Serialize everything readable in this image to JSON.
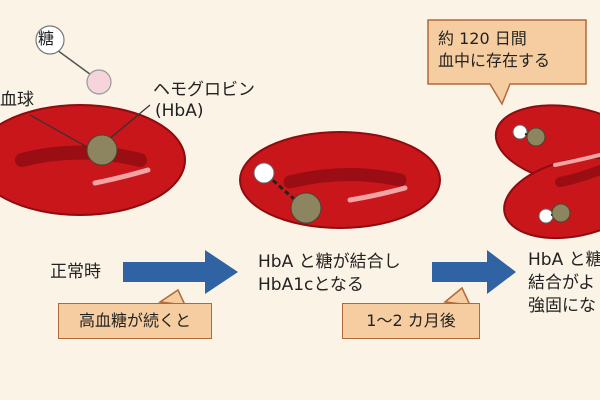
{
  "labels": {
    "sugar": "糖",
    "red_blood_cell": "血球",
    "hemoglobin_line1": "ヘモグロビン",
    "hemoglobin_line2": "(HbA)",
    "normal": "正常時",
    "stage2_line1": "HbA と糖が結合し",
    "stage2_line2": "HbA1cとなる",
    "stage3_line1": "HbA と糖",
    "stage3_line2": "結合がよ",
    "stage3_line3": "強固にな"
  },
  "callouts": {
    "high_glucose": "高血糖が続くと",
    "months_later": "1〜2 カ月後",
    "lifespan_line1": "約 120 日間",
    "lifespan_line2": "血中に存在する"
  },
  "colors": {
    "background": "#fbf3e6",
    "cell": "#c8161b",
    "cell_dark": "#8e0c10",
    "hemoglobin": "#8d8560",
    "sugar": "#f5d5db",
    "arrow": "#2f63a4",
    "callout_fill": "#f6cda0",
    "callout_border": "#b06a3a"
  }
}
